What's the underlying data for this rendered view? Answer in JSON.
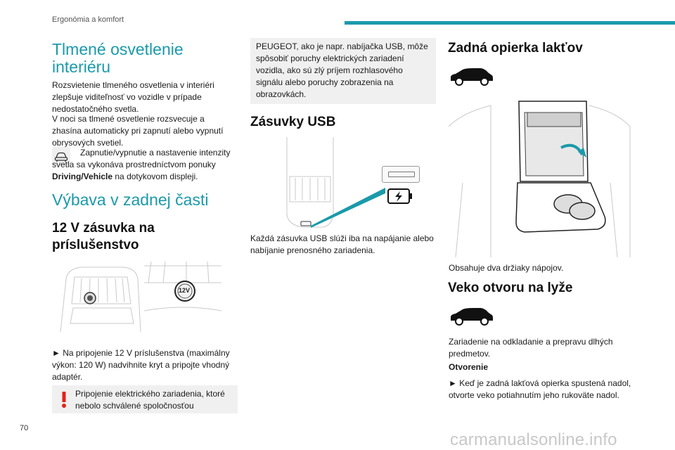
{
  "header": {
    "section": "Ergonómia a komfort"
  },
  "page_number": "70",
  "watermark": "carmanualsonline.info",
  "col1": {
    "title": "Tlmené osvetlenie interiéru",
    "p1": "Rozsvietenie tlmeného osvetlenia v interiéri zlepšuje viditeľnosť vo vozidle v prípade nedostatočného svetla.",
    "p2": "V noci sa tlmené osvetlenie rozsvecuje a zhasína automaticky pri zapnutí alebo vypnutí obrysových svetiel.",
    "p3_part1": "Zapnutie/vypnutie a nastavenie intenzity svetla sa vykonáva prostredníctvom ponuky ",
    "p3_bold": "Driving/Vehicle",
    "p3_part2": " na dotykovom displeji.",
    "section2_title": "Výbava v zadnej časti",
    "h_12v": "12 V zásuvka na príslušenstvo",
    "socket_label": "12V",
    "p_12v": "► Na pripojenie 12 V príslušenstva (maximálny výkon: 120 W) nadvihnite kryt a pripojte vhodný adaptér.",
    "warning": "Pripojenie elektrického zariadenia, ktoré nebolo schválené spoločnosťou"
  },
  "col2": {
    "note": "PEUGEOT, ako je napr. nabíjačka USB, môže spôsobiť poruchy elektrických zariadení vozidla, ako sú zlý príjem rozhlasového signálu alebo poruchy zobrazenia na obrazovkách.",
    "h_usb": "Zásuvky USB",
    "p_usb": "Každá zásuvka USB slúži iba na napájanie alebo nabíjanie prenosného zariadenia."
  },
  "col3": {
    "h_armrest": "Zadná opierka lakťov",
    "p_armrest": "Obsahuje dva držiaky nápojov.",
    "h_ski": "Veko otvoru na lyže",
    "p_ski": "Zariadenie na odkladanie a prepravu dlhých predmetov.",
    "sub_open": "Otvorenie",
    "p_open": "► Keď je zadná lakťová opierka spustená nadol, otvorte veko potiahnutím jeho rukoväte nadol."
  },
  "colors": {
    "accent": "#1b9aaa",
    "warning": "#e2231a",
    "note_bg": "#f0f0f0"
  },
  "icons": [
    "car-interior-icon",
    "warning-icon",
    "car-suv-icon",
    "usb-port-icon",
    "battery-charging-icon"
  ]
}
